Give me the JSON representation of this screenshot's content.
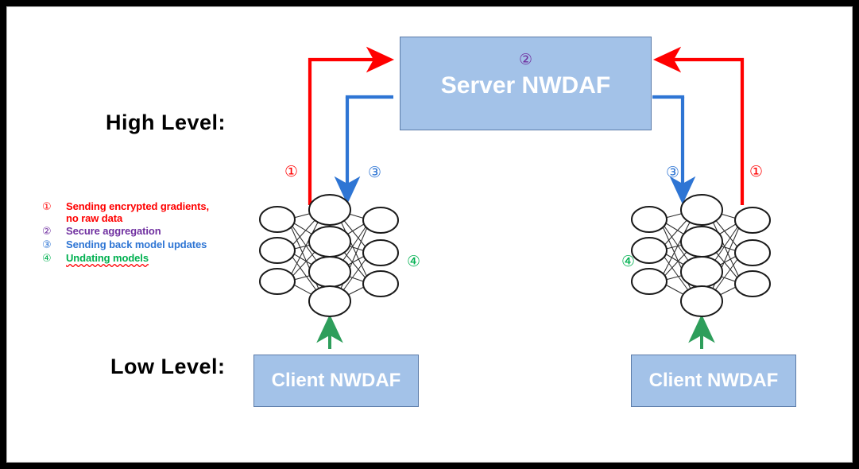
{
  "diagram": {
    "titles": {
      "high_level": "High Level:",
      "low_level": "Low Level:"
    },
    "nodes": {
      "server": {
        "label": "Server NWDAF",
        "badge": "②",
        "badge_color": "#7030a0",
        "fill": "#a3c2e8",
        "text_color": "#ffffff"
      },
      "client_left": {
        "label": "Client NWDAF",
        "fill": "#a3c2e8",
        "text_color": "#ffffff"
      },
      "client_right": {
        "label": "Client NWDAF",
        "fill": "#a3c2e8",
        "text_color": "#ffffff"
      }
    },
    "step_markers": {
      "left_upload": "①",
      "left_download": "③",
      "right_download": "③",
      "right_upload": "①",
      "left_update": "④",
      "right_update": "④"
    },
    "legend": [
      {
        "marker": "①",
        "text": "Sending encrypted gradients,",
        "text2": "no raw data",
        "color": "#ff0000",
        "spellcheck_underline": false
      },
      {
        "marker": "②",
        "text": "Secure aggregation",
        "color": "#7030a0",
        "spellcheck_underline": false
      },
      {
        "marker": "③",
        "text": "Sending back model updates",
        "color": "#2e75d4",
        "spellcheck_underline": false
      },
      {
        "marker": "④",
        "text": "Undating models",
        "color": "#00b050",
        "spellcheck_underline": true
      }
    ],
    "colors": {
      "upload_arrow": "#ff0000",
      "download_arrow": "#2e75d4",
      "update_arrow": "#2e9e5b",
      "box_fill": "#a3c2e8",
      "box_border": "#5b7ba8",
      "frame_border": "#000000",
      "neural_net": "#1a1a1a"
    },
    "neural_network": {
      "layers": [
        3,
        4,
        3
      ],
      "node_shape": "ellipse",
      "count": 2
    }
  }
}
